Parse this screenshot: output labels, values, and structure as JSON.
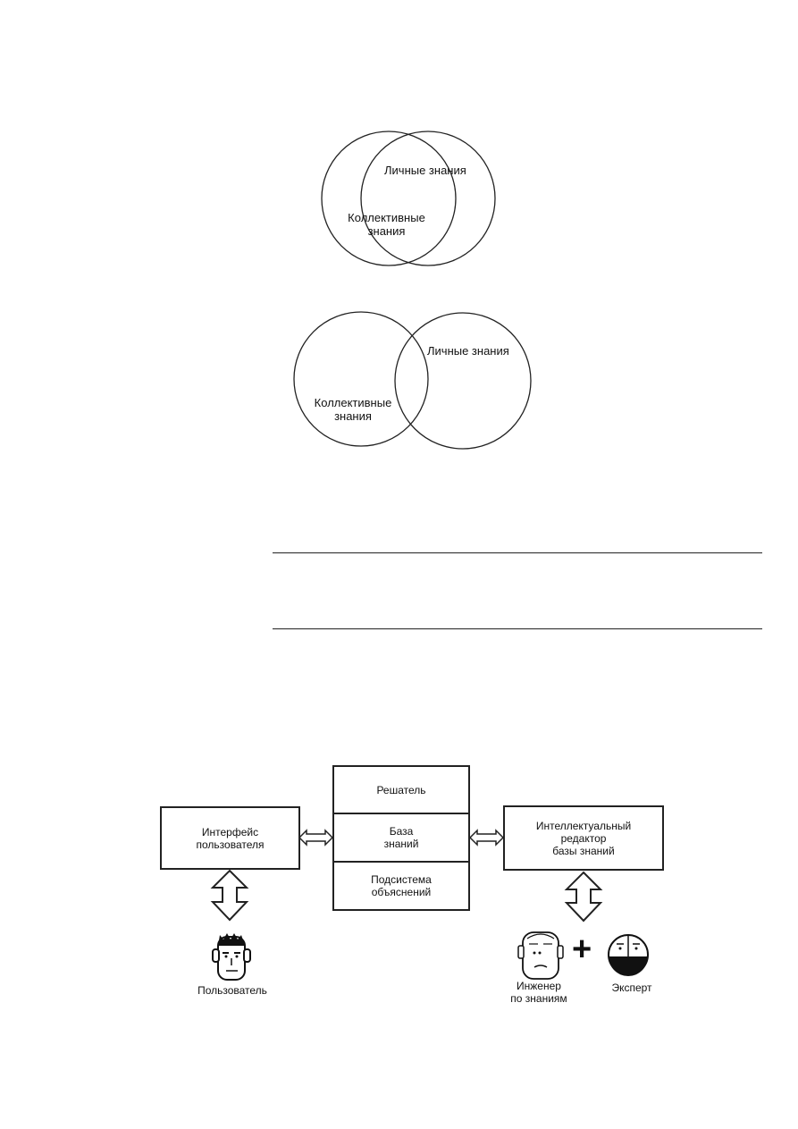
{
  "venn_overlap": {
    "personal_label": "Личные знания",
    "collective_label": "Коллективные\nзнания"
  },
  "venn_partial": {
    "personal_label": "Личные знания",
    "collective_label": "Коллективные\nзнания"
  },
  "architecture": {
    "user_interface": "Интерфейс\nпользователя",
    "solver": "Решатель",
    "knowledge_base": "База\nзнаний",
    "explanation_subsystem": "Подсистема\nобъяснений",
    "kb_editor": "Интеллектуальный\nредактор\nбазы знаний",
    "user_label": "Пользователь",
    "engineer_label": "Инженер\nпо знаниям",
    "expert_label": "Эксперт",
    "plus_sign": "+"
  }
}
